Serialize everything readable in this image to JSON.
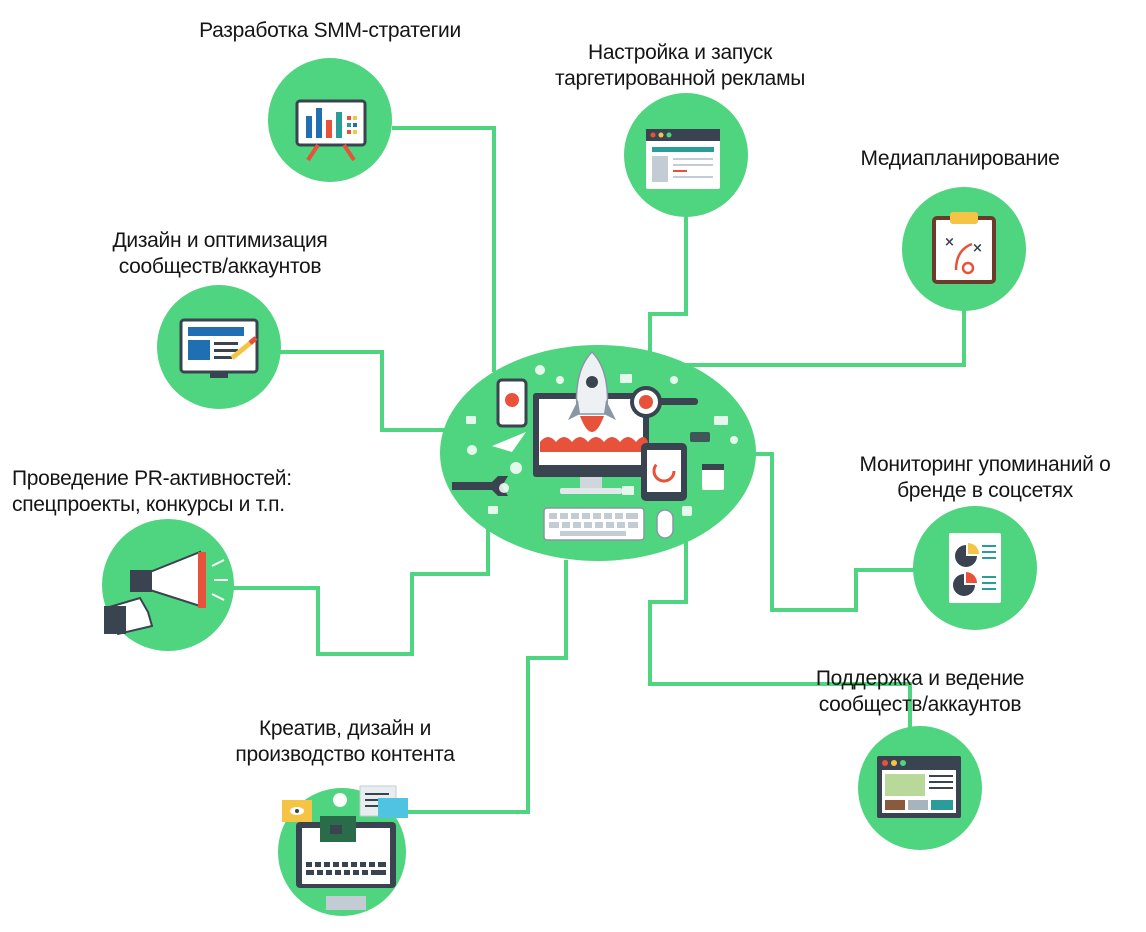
{
  "diagram": {
    "nodes": [
      {
        "id": "smm_strategy",
        "lines": [
          "Разработка SMM-стратегии"
        ],
        "icon": "presentation-board-icon"
      },
      {
        "id": "targeted_ads",
        "lines": [
          "Настройка и запуск",
          "таргетированной рекламы"
        ],
        "icon": "browser-window-icon"
      },
      {
        "id": "media_planning",
        "lines": [
          "Медиапланирование"
        ],
        "icon": "clipboard-strategy-icon"
      },
      {
        "id": "design_optimization",
        "lines": [
          "Дизайн и оптимизация",
          "сообществ/аккаунтов"
        ],
        "icon": "monitor-design-icon"
      },
      {
        "id": "pr_activities",
        "lines": [
          "Проведение PR-активностей:",
          "спецпроекты, конкурсы и т.п."
        ],
        "icon": "megaphone-icon"
      },
      {
        "id": "brand_monitoring",
        "lines": [
          "Мониторинг упоминаний о",
          "бренде в соцсетях"
        ],
        "icon": "report-document-icon"
      },
      {
        "id": "community_support",
        "lines": [
          "Поддержка и ведение",
          "сообществ/аккаунтов"
        ],
        "icon": "website-layout-icon"
      },
      {
        "id": "creative_content",
        "lines": [
          "Креатив, дизайн и",
          "производство контента"
        ],
        "icon": "laptop-content-icon"
      }
    ],
    "hub_icon": "rocket-launch-hub-icon",
    "colors": {
      "accent": "#4fd47f",
      "connector": "#4fd47f",
      "dark": "#3a4350",
      "red": "#e8523a",
      "blue": "#1f6fb2",
      "teal": "#2a9d9a",
      "yellow": "#f6c445"
    }
  }
}
